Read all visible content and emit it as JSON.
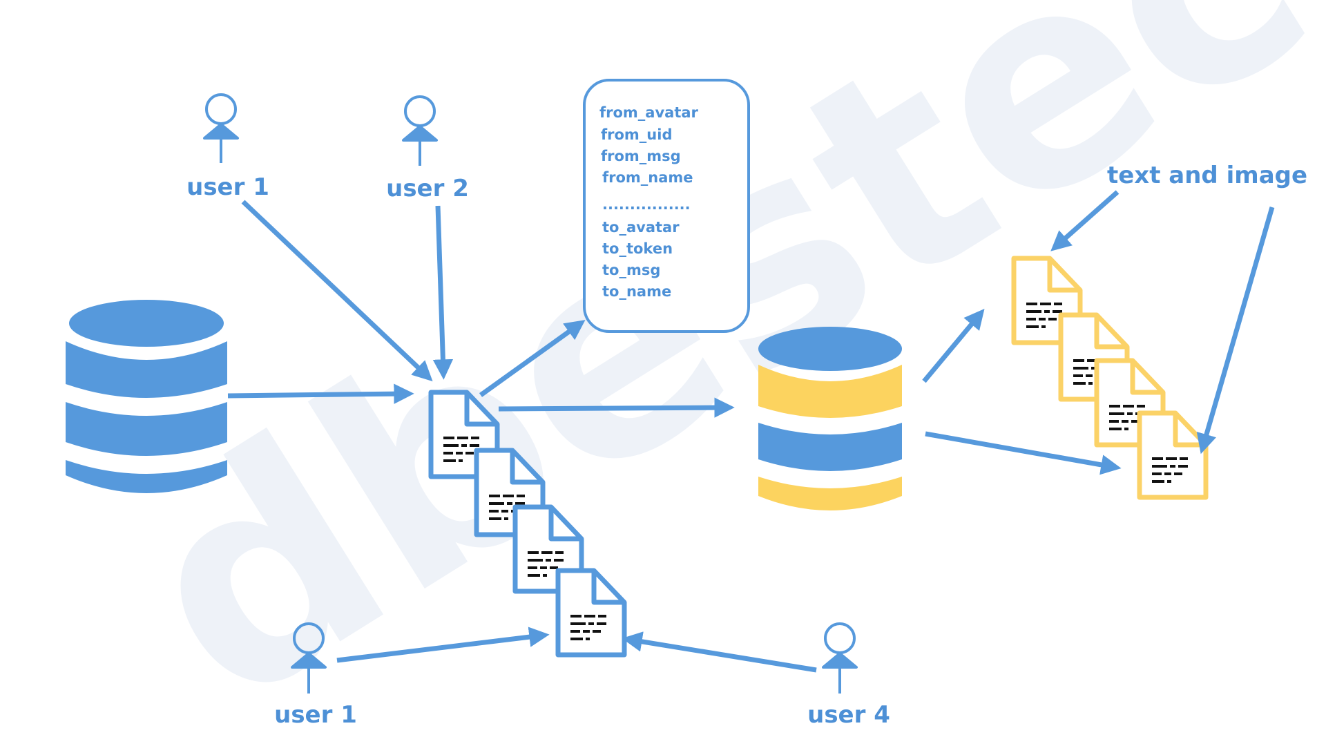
{
  "watermark": "dbestech",
  "users": {
    "top_left": "user 1",
    "top_mid": "user 2",
    "bottom_left": "user 1",
    "bottom_right": "user 4"
  },
  "fields_box": {
    "fields": [
      "from_avatar",
      "from_uid",
      "from_msg",
      "from_name",
      "................",
      "to_avatar",
      "to_token",
      "to_msg",
      "to_name"
    ]
  },
  "output_label": "text and image",
  "colors": {
    "blue": "#5699dc",
    "yellow": "#fcd35f",
    "yellow_outline": "#fbd267",
    "text_blue": "#4d90d6",
    "watermark": "#eef2f8",
    "line_dark": "#111111"
  }
}
